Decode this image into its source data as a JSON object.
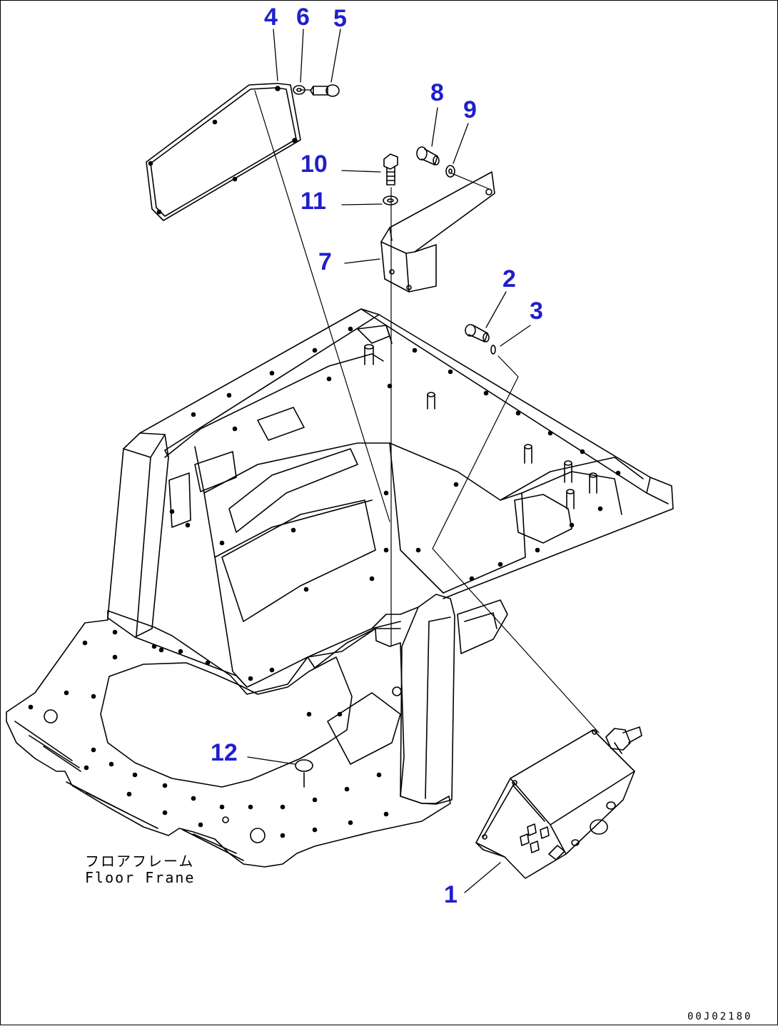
{
  "callouts": {
    "c1": "1",
    "c2": "2",
    "c3": "3",
    "c4": "4",
    "c5": "5",
    "c6": "6",
    "c7": "7",
    "c8": "8",
    "c9": "9",
    "c10": "10",
    "c11": "11",
    "c12": "12"
  },
  "caption": {
    "japanese": "フロアフレーム",
    "english": "Floor Frane"
  },
  "drawing_code": "00J02180",
  "colors": {
    "callout": "#1f1fcc",
    "line": "#000000",
    "background": "#ffffff"
  }
}
